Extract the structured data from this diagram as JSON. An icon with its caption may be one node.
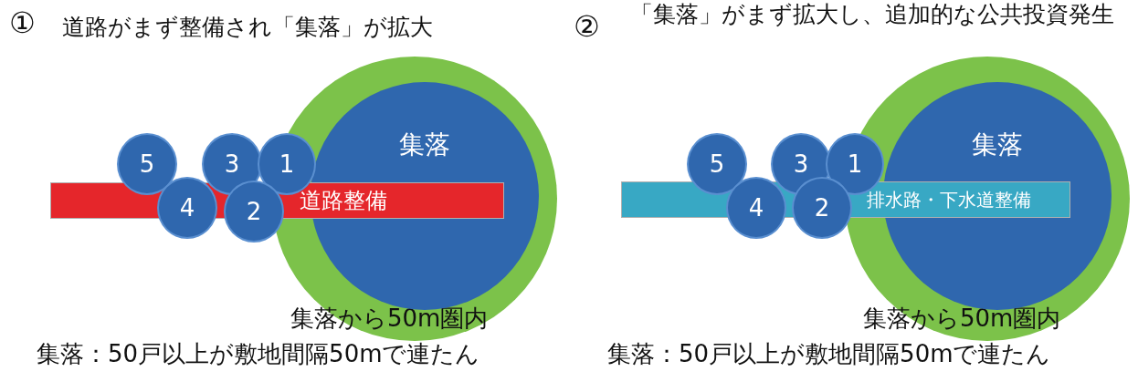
{
  "diagram": {
    "nodes": [
      {
        "text": [
          "集落から50m圏内"
        ]
      },
      {
        "text": [
          "集落"
        ],
        "in": 0
      },
      {
        "text": [
          "道路整備"
        ]
      },
      {
        "text": [
          "5"
        ]
      },
      {
        "text": [
          "3"
        ]
      },
      {
        "text": [
          "1"
        ]
      },
      {
        "text": [
          "4"
        ]
      },
      {
        "text": [
          "2"
        ]
      },
      {
        "text": [
          "集落から50m圏内"
        ]
      },
      {
        "text": [
          "集落"
        ],
        "in": 8
      },
      {
        "text": [
          "排水路・下水道整備"
        ]
      },
      {
        "text": [
          "5"
        ]
      },
      {
        "text": [
          "3"
        ]
      },
      {
        "text": [
          "1"
        ]
      },
      {
        "text": [
          "4"
        ]
      },
      {
        "text": [
          "2"
        ]
      }
    ],
    "edges": [],
    "labels": [
      "①",
      "道路がまず整備され「集落」が拡大",
      "②",
      "「集落」がまず拡大し、追加的な公共投資発生",
      "集落：50戸以上が敷地間隔50mで連たん",
      "集落：50戸以上が敷地間隔50mで連たん"
    ]
  }
}
